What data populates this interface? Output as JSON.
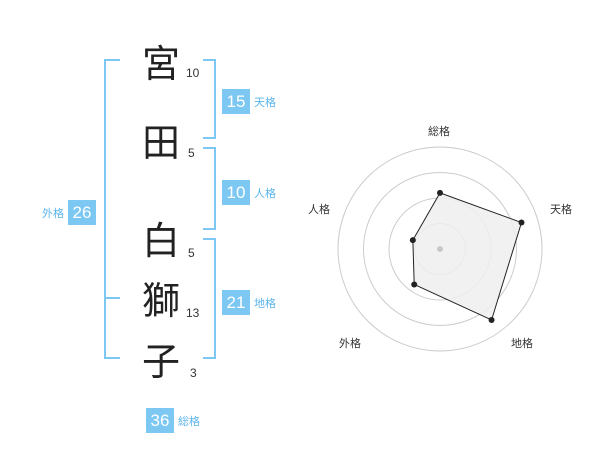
{
  "name": {
    "characters": [
      "宮",
      "田",
      "白",
      "獅",
      "子"
    ],
    "strokes": [
      "10",
      "5",
      "5",
      "13",
      "3"
    ]
  },
  "fortunes": {
    "tenkaku": {
      "value": "15",
      "label": "天格"
    },
    "jinkaku": {
      "value": "10",
      "label": "人格"
    },
    "chikaku": {
      "value": "21",
      "label": "地格"
    },
    "gaikaku": {
      "value": "26",
      "label": "外格"
    },
    "soukaku": {
      "value": "36",
      "label": "総格"
    }
  },
  "chart_data": {
    "type": "radar",
    "axes": [
      "総格",
      "天格",
      "地格",
      "外格",
      "人格"
    ],
    "values": [
      0.55,
      0.84,
      0.86,
      0.43,
      0.28
    ],
    "max": 1,
    "rings": 4,
    "fill_color": "#efefef",
    "line_color": "#222222",
    "grid_color": "#cccccc"
  },
  "colors": {
    "accent": "#7dc8f3",
    "bracket": "#7dc8f3",
    "label": "#5bb5ec"
  }
}
